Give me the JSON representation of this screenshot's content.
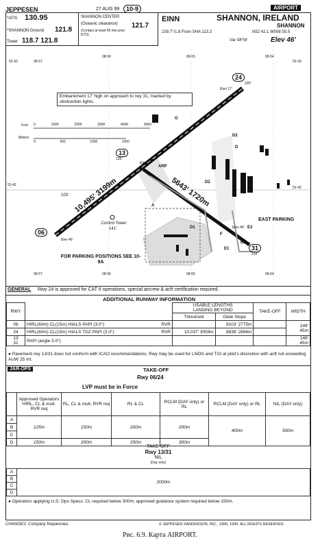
{
  "header": {
    "brand": "JEPPESEN",
    "date": "27 AUG 99",
    "page": "10-9",
    "atis_label": "*ATIS",
    "atis": "130.95",
    "ground_label": "*SHANNON Ground",
    "ground": "121.8",
    "tower_label": "Tower",
    "tower": "118.7  121.8",
    "center_label": "SHANNON CENTER",
    "center": "121.7",
    "center_note1": "(Oceanic clearance)",
    "center_note2": "(Contact at least 45 min prior ETD)",
    "icao": "EINN",
    "city": "SHANNON, IRELAND",
    "airport_badge": "AIRPORT",
    "name": "SHANNON",
    "vor": "239.7°/1.8 From SHA 113.3",
    "coords": "N52 42.1 W008 55.5",
    "var": "Var 08°W",
    "elev": "Elev 46'"
  },
  "map": {
    "embankment_note": "Embankment 17' high on approach to rwy 31, marked by obstruction lights.",
    "scale_feet_label": "Feet",
    "scale_meters_label": "Meters",
    "scale_feet": [
      "0",
      "1000",
      "2000",
      "3000",
      "4000",
      "5000"
    ],
    "scale_meters": [
      "0",
      "500",
      "1000",
      "1500"
    ],
    "top_ticks": [
      "08-57",
      "08-56",
      "08-55",
      "08-54"
    ],
    "lat_top": "52-43",
    "lat_mid": "52-42",
    "rwy06": "06",
    "rwy24": "24",
    "rwy13": "13",
    "rwy31": "31",
    "rwy24_elev": "Elev 17'",
    "rwy06_elev": "Elev 46'",
    "rwy31_elev": "Elev 46'",
    "rwy06_24_len": "10,495' 3199m",
    "rwy13_31_len": "5643' 1720m",
    "elev11": "Elev 11'",
    "arp": "ARP",
    "tower_label": "Control Tower",
    "tower_elev": "141'",
    "var103": "103'",
    "parking_note": "FOR PARKING POSITIONS SEE 10-9A",
    "east_parking": "EAST PARKING",
    "twy_labels": [
      "G",
      "D2",
      "D1",
      "D2",
      "A",
      "F",
      "E3",
      "E2",
      "E1",
      "D"
    ],
    "hdg13": "135°",
    "hdg31": "315°",
    "hdg24": "235°"
  },
  "general": {
    "tag": "GENERAL",
    "text": "Rwy 24 is approved for CAT II operations, special aircrew & acft certification required."
  },
  "rwy_info": {
    "title": "ADDITIONAL RUNWAY INFORMATION",
    "usable": "USABLE LENGTHS",
    "landing_beyond": "LANDING BEYOND",
    "threshold": "Threshold",
    "glide": "Glide Slope",
    "takeoff": "TAKE-OFF",
    "width": "WIDTH",
    "rwy_hdr": "RWY",
    "r06": "06",
    "r24": "24",
    "r13": "13",
    "r31": "31",
    "r06_lights": "HIRL(60m)  CL(15m)  HIALS  PAPI (3.0°)",
    "r06_rvr": "RVR",
    "r24_lights": "HIRL(60m)  CL(15m)  HIALS  TDZ  PAPI (3.0°)",
    "r24_rvr": "RVR",
    "r06_thr": "",
    "r06_gs": "9103' 2775m",
    "r24_thr": "10,037' 3059m",
    "r24_gs": "8838' 2694m",
    "w0624": "148'",
    "w0624m": "45m",
    "r31_lights": "PAPI (angle 3.0°)",
    "w1331": "148'",
    "w1331m": "45m",
    "note1": "Pavement rwy 13/31 does not conform with ICAO recommendations. Rwy may be used for LNDG and T/O at pilot's discretion with acft not exceeding AUW 25 mt."
  },
  "jarops": {
    "tag": "JAR-OPS",
    "takeoff_hdr": "TAKE-OFF",
    "rwy0624": "Rwy 06/24",
    "lvp": "LVP must be in Force",
    "col1": "Approved Operators HIRL, CL & mult. RVR req",
    "col2": "RL, CL & mult. RVR req",
    "col3": "RL & CL",
    "col4": "RCLM (DAY only) or RL",
    "col5": "RCLM (DAY only) or RL",
    "col6": "NIL (DAY only)",
    "rows": [
      "A",
      "B",
      "C",
      "D"
    ],
    "v_ab": [
      "125m",
      "150m",
      "200m",
      "200m",
      "400m",
      "500m"
    ],
    "v_d": [
      "150m",
      "200m",
      "250m",
      "300m"
    ],
    "takeoff2": "TAKE-OFF",
    "rwy1331": "Rwy 13/31",
    "nil": "NIL",
    "dayonly": "(Day only)",
    "v1331": "2000m",
    "note2": "Operators applying U.S. Ops Specs: CL required below 300m; approved guidance system required below 150m."
  },
  "footer": {
    "changes": "CHANGES: Company frequencies.",
    "copyright": "© JEPPESEN SANDERSON, INC., 1996, 1999. ALL RIGHTS RESERVED.",
    "caption": "Рис. 6.9. Карта AIRPORT."
  }
}
